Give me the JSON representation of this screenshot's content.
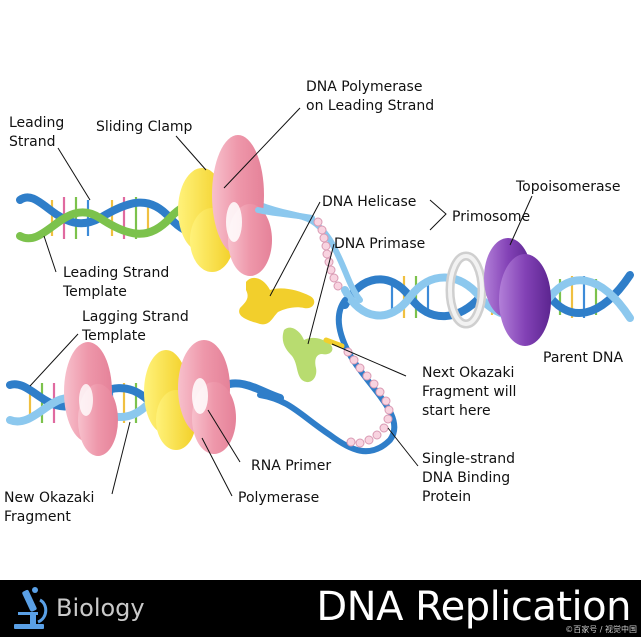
{
  "labels": {
    "leading_strand": "Leading\nStrand",
    "sliding_clamp": "Sliding Clamp",
    "dna_polymerase_leading": "DNA Polymerase\non Leading Strand",
    "dna_helicase": "DNA Helicase",
    "primosome": "Primosome",
    "dna_primase": "DNA Primase",
    "topoisomerase": "Topoisomerase",
    "leading_strand_template": "Leading Strand\nTemplate",
    "lagging_strand_template": "Lagging Strand\nTemplate",
    "parent_dna": "Parent DNA",
    "next_okazaki": "Next Okazaki\nFragment will\nstart here",
    "rna_primer": "RNA Primer",
    "single_strand_binding": "Single-strand\nDNA Binding\nProtein",
    "new_okazaki": "New Okazaki\nFragment",
    "polymerase": "Polymerase"
  },
  "footer": {
    "subject": "Biology",
    "title": "DNA Replication",
    "watermark": "©百家号 / 视觉中国"
  },
  "colors": {
    "helix_blue": "#2f7ec9",
    "helix_light": "#8cc8ee",
    "clamp_yellow": "#f7e04a",
    "polymerase_pink": "#f0a0b2",
    "topoisomerase_purple": "#8a45b8",
    "helicase_gray": "#d8d8d8",
    "primase_green": "#b8dc70",
    "primer_yellow": "#f2cf2c",
    "ssb_pink": "#f4c8d8"
  }
}
